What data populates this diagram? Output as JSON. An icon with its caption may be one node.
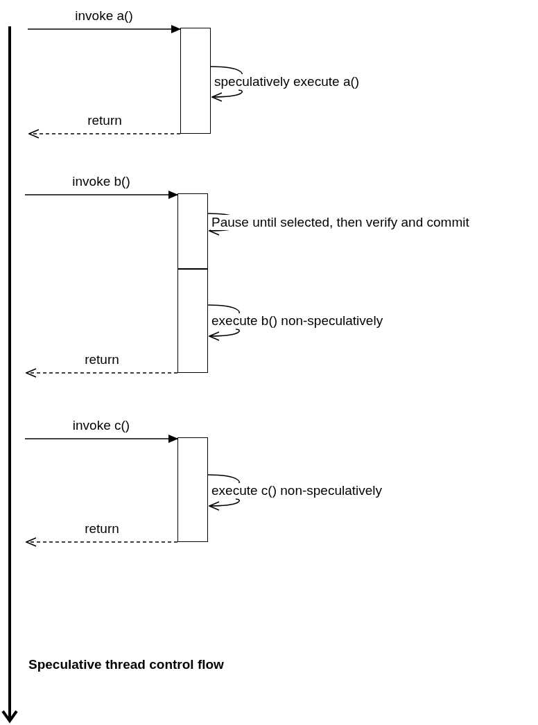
{
  "diagram": {
    "nodes": [
      {
        "text": [],
        "shape": "box"
      },
      {
        "text": [],
        "shape": "box"
      },
      {
        "text": [],
        "shape": "box"
      },
      {
        "text": [],
        "shape": "box"
      }
    ],
    "edges": [
      {
        "from": null,
        "to": 0,
        "arrow": "to",
        "label": "invoke a()"
      },
      {
        "from": 0,
        "to": 0,
        "arrow": "to",
        "label": "speculatively execute a()"
      },
      {
        "from": 0,
        "to": null,
        "arrow": "to",
        "label": "return",
        "style": "dashed"
      },
      {
        "from": null,
        "to": 1,
        "arrow": "to",
        "label": "invoke b()"
      },
      {
        "from": 1,
        "to": 1,
        "arrow": "to",
        "label": "Pause until selected, then verify and commit"
      },
      {
        "from": 2,
        "to": 2,
        "arrow": "to",
        "label": "execute b() non-speculatively"
      },
      {
        "from": 2,
        "to": null,
        "arrow": "to",
        "label": "return",
        "style": "dashed"
      },
      {
        "from": null,
        "to": 3,
        "arrow": "to",
        "label": "invoke c()"
      },
      {
        "from": 3,
        "to": 3,
        "arrow": "to",
        "label": "execute c() non-speculatively"
      },
      {
        "from": 3,
        "to": null,
        "arrow": "to",
        "label": "return",
        "style": "dashed"
      }
    ],
    "labels": [
      "Speculative thread control flow"
    ]
  }
}
